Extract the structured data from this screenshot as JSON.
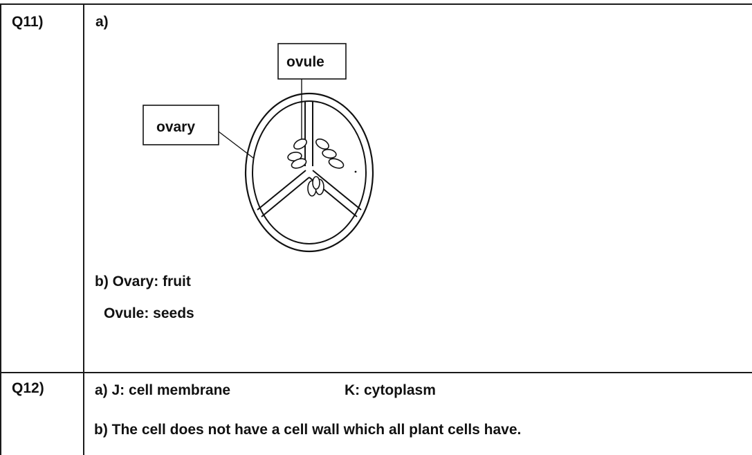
{
  "q11": {
    "number": "Q11)",
    "part_a_label": "a)",
    "diagram": {
      "label_ovule": "ovule",
      "label_ovary": "ovary"
    },
    "part_b_line1": "b) Ovary: fruit",
    "part_b_line2": "Ovule: seeds"
  },
  "q12": {
    "number": "Q12)",
    "part_a_j": "a) J: cell membrane",
    "part_a_k": "K: cytoplasm",
    "part_b": "b) The cell does not have a cell wall which all plant cells have."
  }
}
